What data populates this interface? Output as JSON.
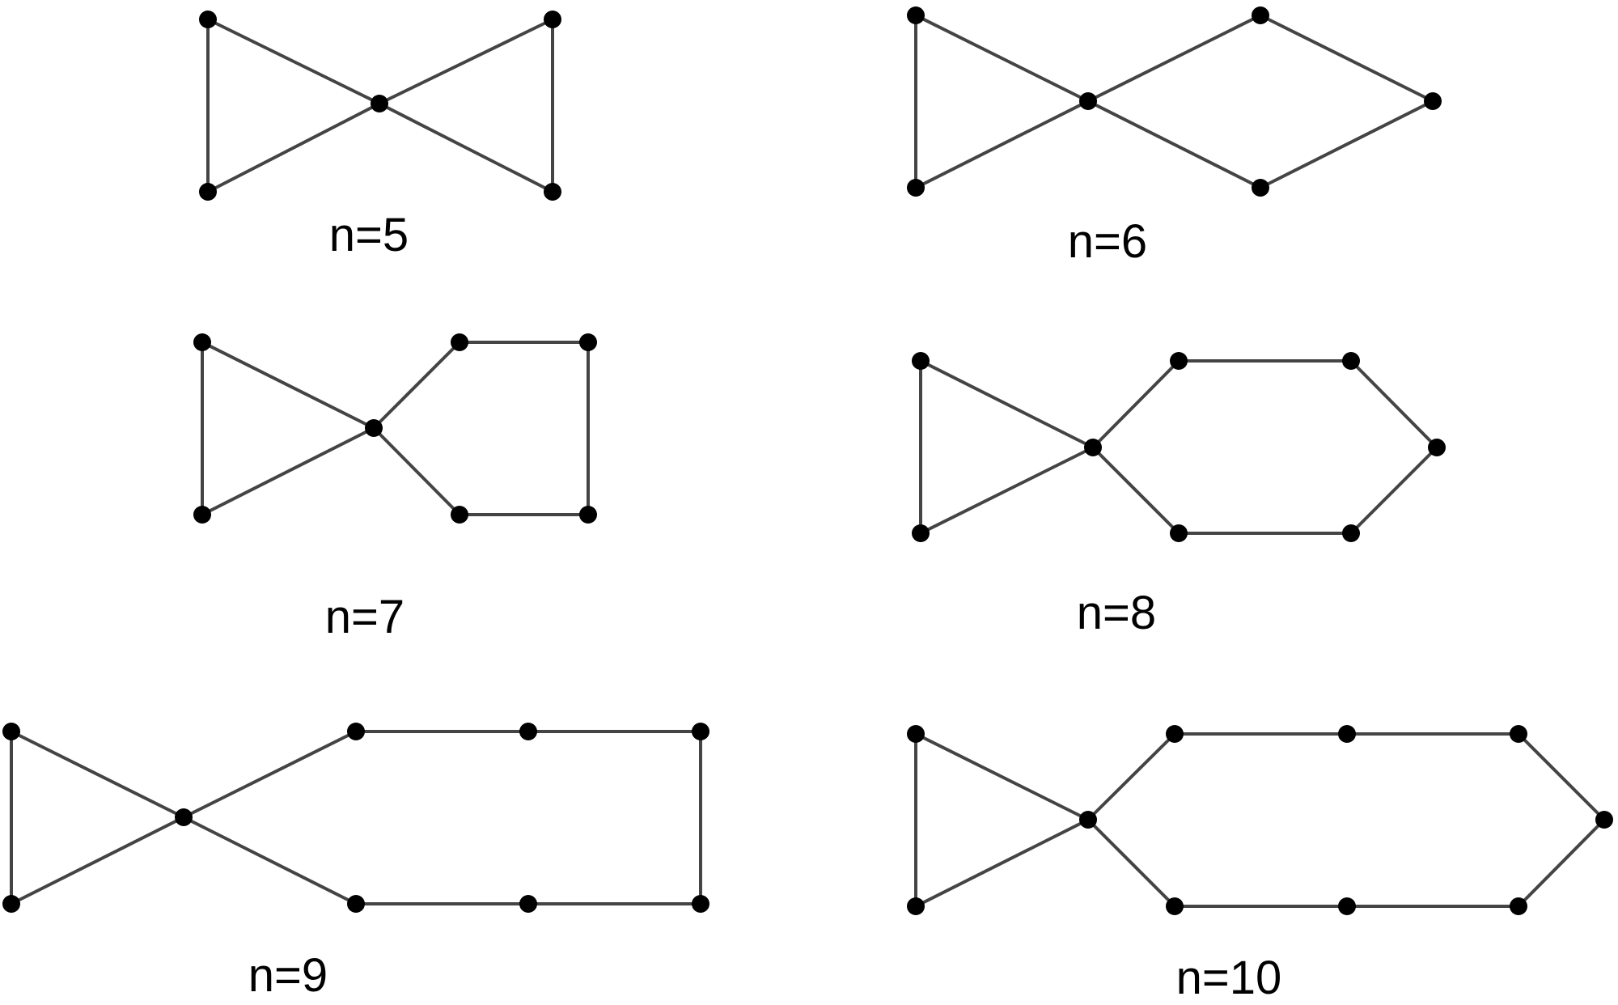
{
  "colors": {
    "edge": "#444444",
    "vertex": "#000000",
    "background": "#ffffff"
  },
  "graphs": [
    {
      "label": "n=5"
    },
    {
      "label": "n=6"
    },
    {
      "label": "n=7"
    },
    {
      "label": "n=8"
    },
    {
      "label": "n=9"
    },
    {
      "label": "n=10"
    }
  ]
}
